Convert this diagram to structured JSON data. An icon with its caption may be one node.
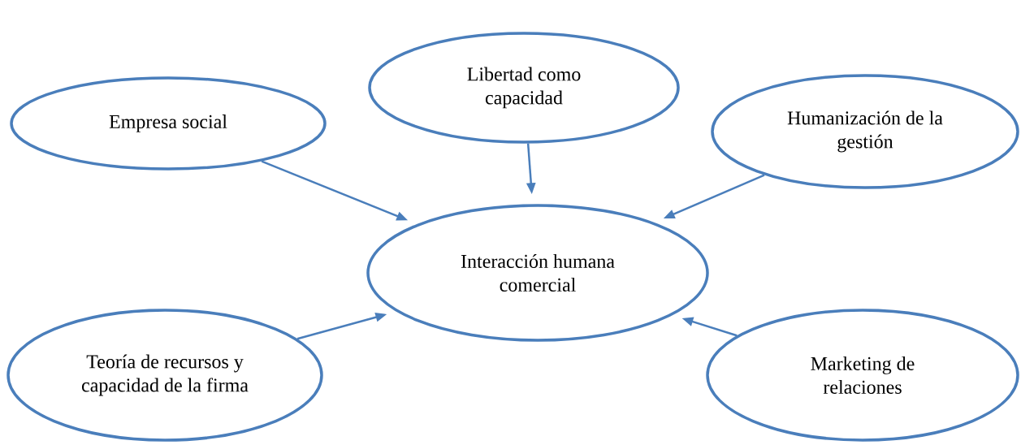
{
  "diagram": {
    "nodes": [
      {
        "text": [
          "Empresa social"
        ]
      },
      {
        "text": [
          "Libertad como capacidad"
        ]
      },
      {
        "text": [
          "Humanización de la gestión"
        ]
      },
      {
        "text": [
          "Interacción humana comercial"
        ]
      },
      {
        "text": [
          "Teoría de recursos y capacidad de la firma"
        ]
      },
      {
        "text": [
          "Marketing de relaciones"
        ]
      }
    ],
    "edges": [
      {
        "from": 0,
        "to": 3,
        "arrow": "to"
      },
      {
        "from": 1,
        "to": 3,
        "arrow": "to"
      },
      {
        "from": 2,
        "to": 3,
        "arrow": "to"
      },
      {
        "from": 4,
        "to": 3,
        "arrow": "to"
      },
      {
        "from": 5,
        "to": 3,
        "arrow": "to"
      }
    ]
  }
}
